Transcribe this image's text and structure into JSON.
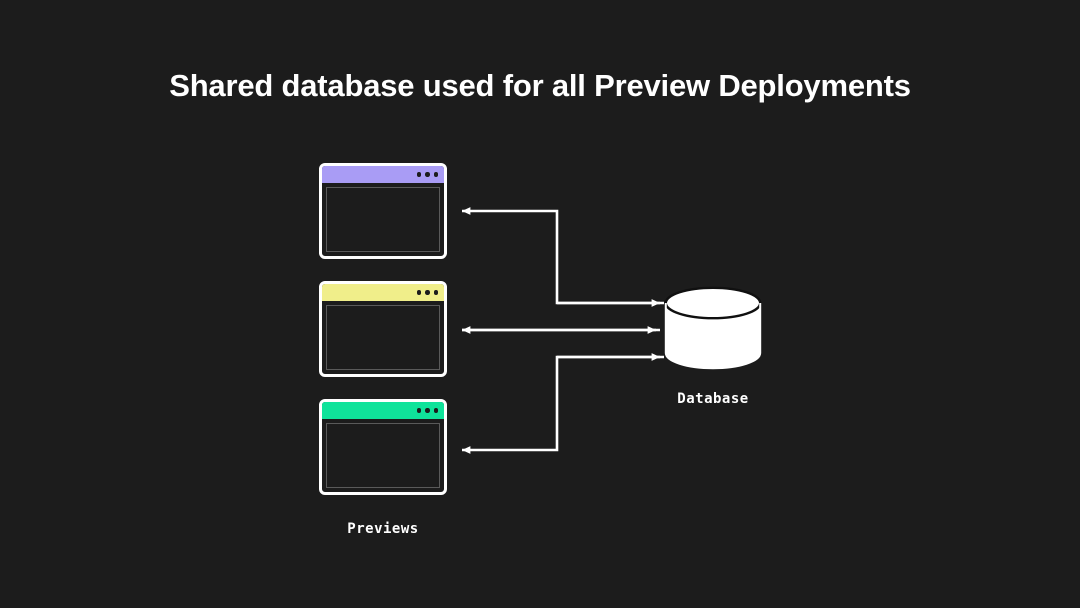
{
  "slide": {
    "title": "Shared database used for all Preview Deployments",
    "background_color": "#1c1c1c",
    "foreground_color": "#ffffff"
  },
  "diagram": {
    "type": "architecture-diagram",
    "previews": {
      "caption": "Previews",
      "windows": [
        {
          "name": "preview-window-purple",
          "titlebar_color": "#a99cf5",
          "dot_color": "#1c1c1c",
          "dots": 3
        },
        {
          "name": "preview-window-yellow",
          "titlebar_color": "#f0ee8a",
          "dot_color": "#1c1c1c",
          "dots": 3
        },
        {
          "name": "preview-window-green",
          "titlebar_color": "#0fe39a",
          "dot_color": "#1c1c1c",
          "dots": 3
        }
      ]
    },
    "database": {
      "caption": "Database",
      "fill_color": "#ffffff",
      "stroke_color": "#1c1c1c"
    },
    "connectors": [
      {
        "name": "connector-window1-database",
        "from": "preview-window-purple",
        "to": "database",
        "direction": "bidirectional",
        "routing": "orthogonal"
      },
      {
        "name": "connector-window2-database",
        "from": "preview-window-yellow",
        "to": "database",
        "direction": "bidirectional",
        "routing": "straight"
      },
      {
        "name": "connector-window3-database",
        "from": "preview-window-green",
        "to": "database",
        "direction": "bidirectional",
        "routing": "orthogonal"
      }
    ]
  }
}
